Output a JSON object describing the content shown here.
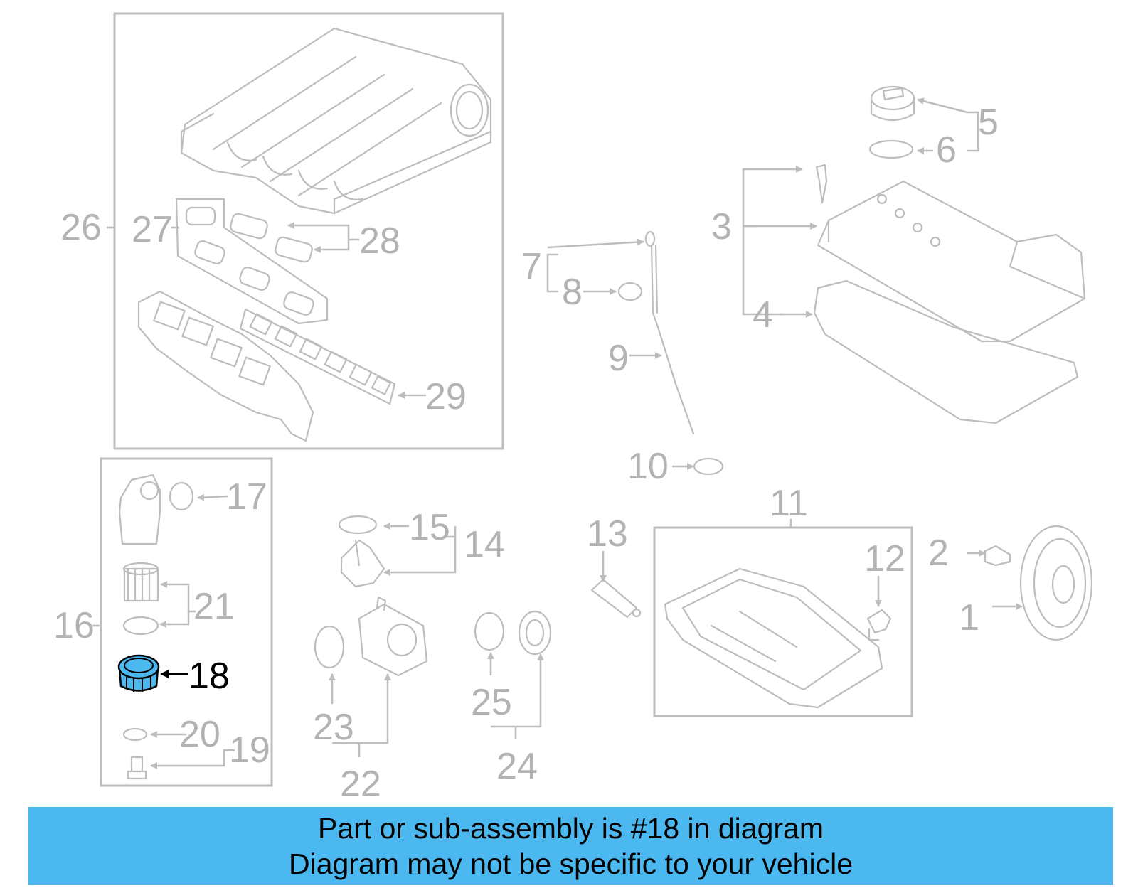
{
  "highlight_color": "#4bb8f0",
  "highlighted_part": "18",
  "callouts": {
    "c1": "1",
    "c2": "2",
    "c3": "3",
    "c4": "4",
    "c5": "5",
    "c6": "6",
    "c7": "7",
    "c8": "8",
    "c9": "9",
    "c10": "10",
    "c11": "11",
    "c12": "12",
    "c13": "13",
    "c14": "14",
    "c15": "15",
    "c16": "16",
    "c17": "17",
    "c18": "18",
    "c19": "19",
    "c20": "20",
    "c21": "21",
    "c22": "22",
    "c23": "23",
    "c24": "24",
    "c25": "25",
    "c26": "26",
    "c27": "27",
    "c28": "28",
    "c29": "29"
  },
  "banner": {
    "line1": "Part or sub-assembly is #18 in diagram",
    "line2": "Diagram may not be specific to your vehicle"
  }
}
